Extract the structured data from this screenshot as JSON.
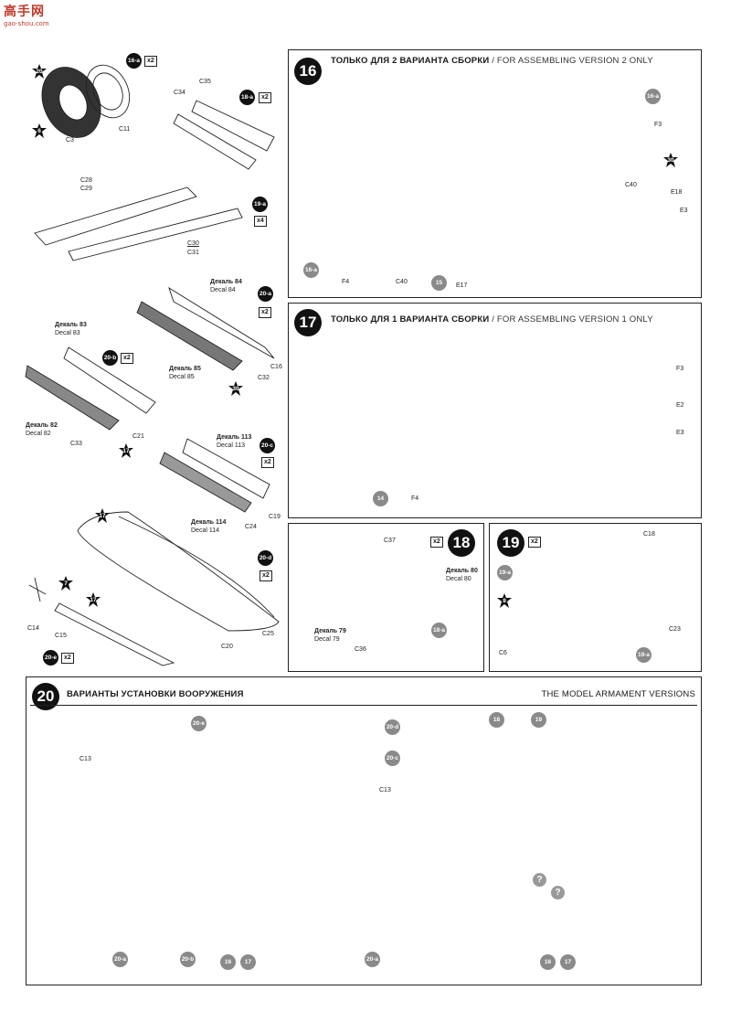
{
  "watermark": {
    "text": "高手网",
    "url": "gao-shou.com"
  },
  "parts": {
    "c3": "C3",
    "c11": "C11",
    "c34": "C34",
    "c35": "C35",
    "c28": "C28",
    "c29": "C29",
    "c30": "C30",
    "c31": "C31",
    "c16": "C16",
    "c32": "C32",
    "c21": "C21",
    "c33": "C33",
    "c19": "C19",
    "c24": "C24",
    "c20": "C20",
    "c25": "C25",
    "c14": "C14",
    "c15": "C15",
    "c37": "C37",
    "c36": "C36",
    "c18": "C18",
    "c23": "C23",
    "c6": "C6",
    "c13": "C13",
    "c40": "C40",
    "e18": "E18",
    "e17": "E17",
    "e3": "E3",
    "e2": "E2",
    "f3": "F3",
    "f4": "F4"
  },
  "decals": {
    "d84_ru": "Декаль 84",
    "d84_en": "Decal 84",
    "d85_ru": "Декаль 85",
    "d85_en": "Decal 85",
    "d83_ru": "Декаль 83",
    "d83_en": "Decal 83",
    "d82_ru": "Декаль 82",
    "d82_en": "Decal 82",
    "d113_ru": "Декаль 113",
    "d113_en": "Decal 113",
    "d114_ru": "Декаль 114",
    "d114_en": "Decal 114",
    "d80_ru": "Декаль 80",
    "d80_en": "Decal 80",
    "d79_ru": "Декаль 79",
    "d79_en": "Decal 79"
  },
  "subassemblies": {
    "s16a": "16-a",
    "s18a": "18-a",
    "s19a": "19-a",
    "s20a": "20-a",
    "s20b": "20-b",
    "s20c": "20-c",
    "s20d": "20-d",
    "s20e": "20-e"
  },
  "quantities": {
    "x2": "x2",
    "x4": "x4"
  },
  "paint_refs": {
    "p20": "20",
    "p6": "6",
    "p30": "30",
    "p17": "17",
    "p7": "7",
    "p8": "8"
  },
  "steps": {
    "s16": {
      "num": "16",
      "title_ru": "ТОЛЬКО ДЛЯ 2 ВАРИАНТА СБОРКИ",
      "sep": "/",
      "title_en": "FOR ASSEMBLING VERSION 2 ONLY"
    },
    "s17": {
      "num": "17",
      "title_ru": "ТОЛЬКО ДЛЯ 1 ВАРИАНТА СБОРКИ",
      "sep": "/",
      "title_en": "FOR ASSEMBLING VERSION 1 ONLY"
    },
    "s18": {
      "num": "18"
    },
    "s19": {
      "num": "19"
    },
    "s20": {
      "num": "20",
      "title_ru": "ВАРИАНТЫ УСТАНОВКИ ВООРУЖЕНИЯ",
      "title_en": "THE MODEL ARMAMENT VERSIONS"
    }
  },
  "step_refs": {
    "r14": "14",
    "r15": "15",
    "r16": "16",
    "r17": "17",
    "r18": "18",
    "r19": "19"
  },
  "unknown_mark": "?",
  "colors": {
    "paint_mark": "#111111",
    "subassembly_circle": "#8a8a8a",
    "accent_red": "#c0392b"
  }
}
